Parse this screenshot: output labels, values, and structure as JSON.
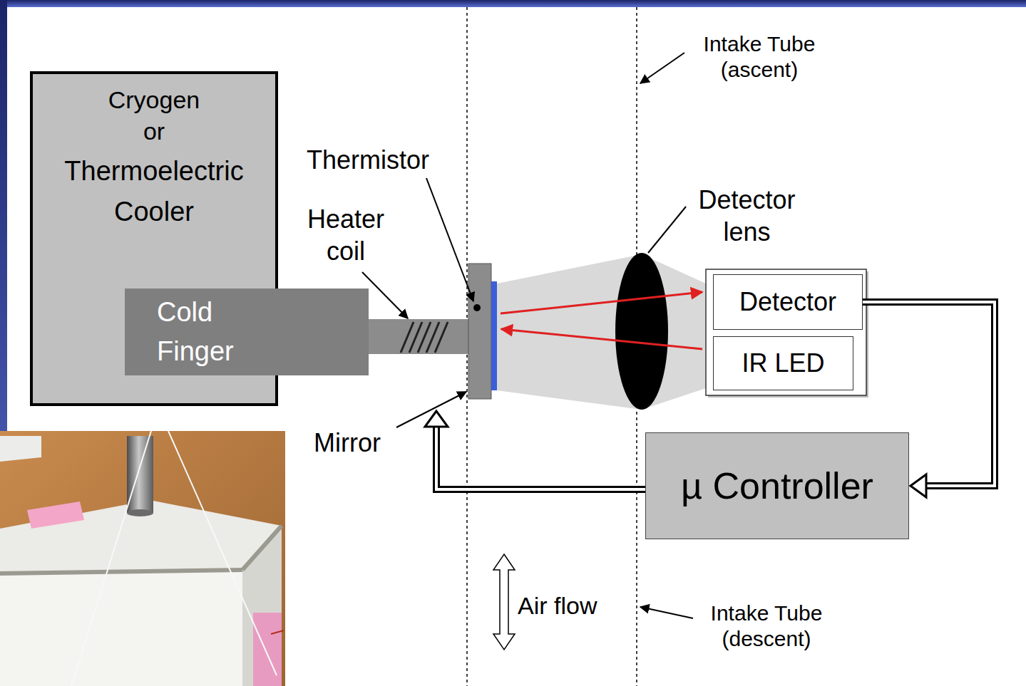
{
  "diagram": {
    "nodes": [
      {
        "text": [
          "Cryogen or",
          "Thermoelectric Cooler"
        ]
      },
      {
        "text": [
          "Cold Finger"
        ]
      },
      {
        "text": [
          "Detector"
        ]
      },
      {
        "text": [
          "IR LED"
        ]
      },
      {
        "text": [
          "µ Controller"
        ]
      }
    ],
    "edges": [
      {
        "from": 2,
        "to": 4,
        "arrow": "to"
      }
    ],
    "labels": [
      "Thermistor",
      "Heater coil",
      "Detector lens",
      "Mirror",
      "Intake Tube (ascent)",
      "Intake Tube (descent)",
      "Air flow"
    ]
  }
}
